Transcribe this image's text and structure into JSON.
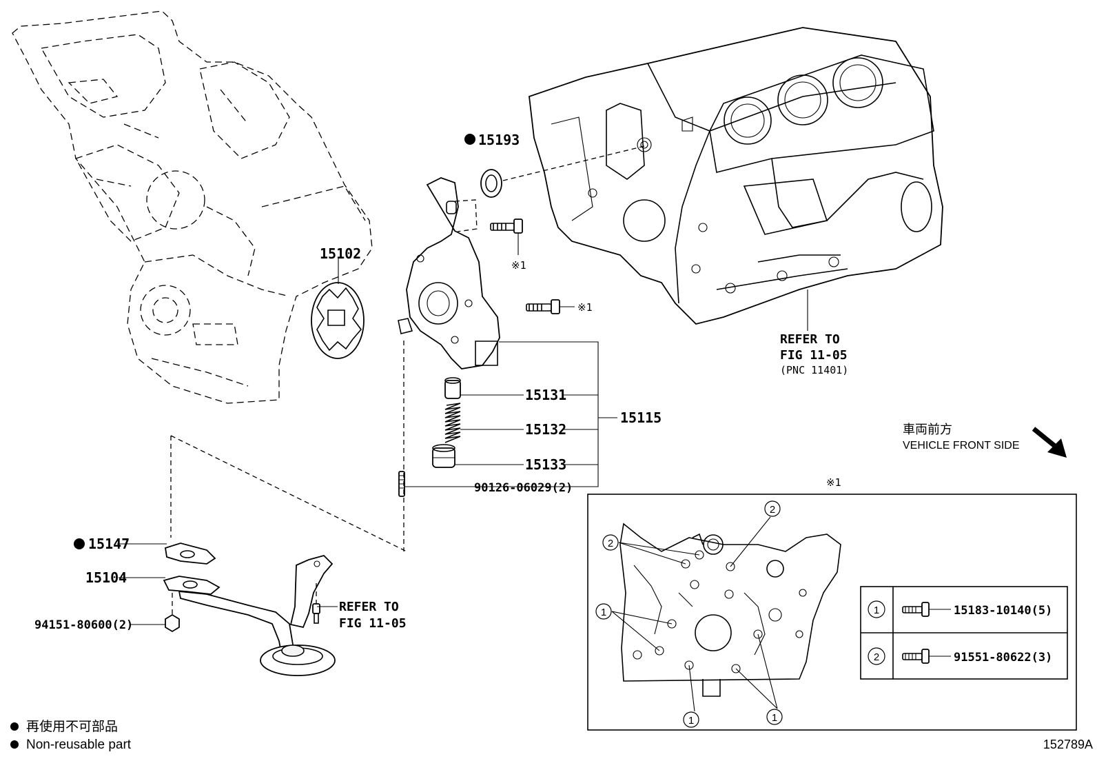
{
  "parts": {
    "p15193": "15193",
    "p15102": "15102",
    "p15131": "15131",
    "p15132": "15132",
    "p15133": "15133",
    "p15115": "15115",
    "p90126": "90126-06029(2)",
    "p15147": "15147",
    "p15104": "15104",
    "p94151": "94151-80600(2)"
  },
  "notes": {
    "mark_note": "※1",
    "refer_block_l1": "REFER TO",
    "refer_block_l2": "FIG 11-05",
    "refer_block_l3": "(PNC 11401)",
    "refer_pan_l1": "REFER TO",
    "refer_pan_l2": "FIG 11-05"
  },
  "front": {
    "label_ja": "車両前方",
    "label_en": "VEHICLE FRONT SIDE"
  },
  "inset": {
    "title": "※1",
    "callout_1": "1",
    "callout_2": "2",
    "rows": [
      {
        "key": "1",
        "part": "15183-10140(5)"
      },
      {
        "key": "2",
        "part": "91551-80622(3)"
      }
    ]
  },
  "legend": {
    "ja": "再使用不可部品",
    "en": "Non-reusable part"
  },
  "figure_id": "152789A"
}
